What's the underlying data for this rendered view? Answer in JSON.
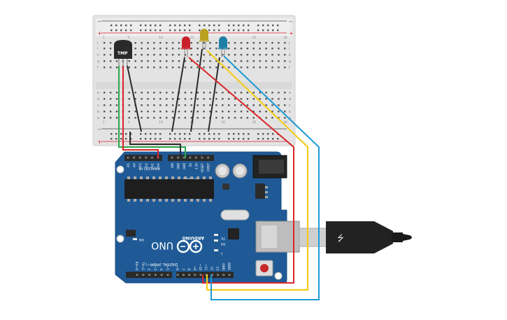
{
  "breadboard": {
    "rail_plus": "+",
    "rail_minus": "−",
    "row_letters_top": [
      "j",
      "i",
      "h",
      "g",
      "f"
    ],
    "row_letters_bottom": [
      "e",
      "d",
      "c",
      "b",
      "a"
    ],
    "column_numbers": [
      "1",
      "5",
      "10",
      "15",
      "20",
      "25",
      "30"
    ]
  },
  "sensor": {
    "label": "TMP"
  },
  "leds": [
    {
      "name": "red",
      "color": "#c8202a"
    },
    {
      "name": "yellow",
      "color": "#b9a11e"
    },
    {
      "name": "blue",
      "color": "#1f7fa6"
    }
  ],
  "arduino": {
    "board_color": "#1f5a96",
    "brand": "ARDUINO",
    "model": "UNO",
    "analog_header": "ANALOG IN",
    "analog_pins": [
      "A0",
      "A1",
      "A2",
      "A3",
      "A4",
      "A5"
    ],
    "power_header": "POWER",
    "power_pins": [
      "VIN",
      "GND",
      "GND",
      "5V",
      "3.3V",
      "RESET",
      "IOREF"
    ],
    "digital_header": "DIGITAL (PWM~)",
    "digital_pins": [
      "AREF",
      "GND",
      "13",
      "12",
      "~11",
      "~10",
      "~9",
      "8",
      "7",
      "~6",
      "~5",
      "4",
      "~3",
      "2",
      "TX→1",
      "RX←0"
    ],
    "led_labels": {
      "on": "ON",
      "tx": "TX",
      "rx": "RX",
      "l": "L"
    }
  },
  "wires": {
    "red": "#d9262a",
    "yellow": "#f2cd1d",
    "blue": "#1c9ad6",
    "green": "#2aa64a",
    "black": "#2b2b2b"
  },
  "usb": {
    "symbol": "⭍"
  }
}
